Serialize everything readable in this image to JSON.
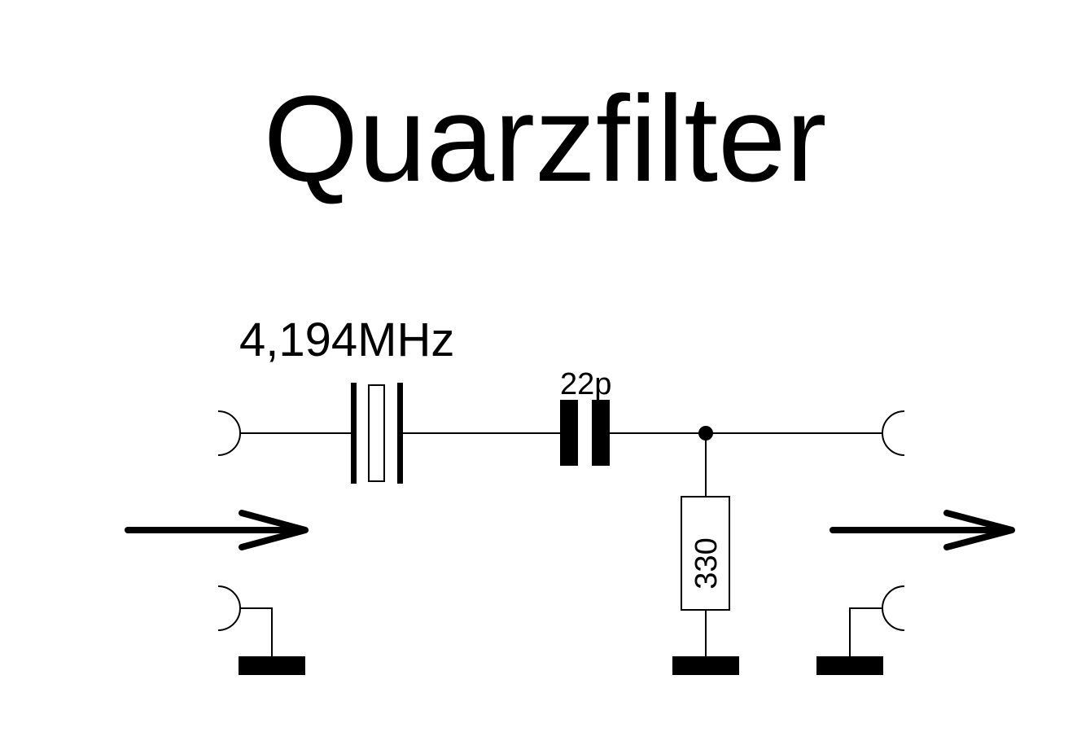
{
  "title": "Quarzfilter",
  "labels": {
    "crystal_frequency": "4,194MHz",
    "capacitor_value": "22p",
    "resistor_value": "330"
  },
  "colors": {
    "ink": "#000000",
    "background": "#ffffff"
  }
}
